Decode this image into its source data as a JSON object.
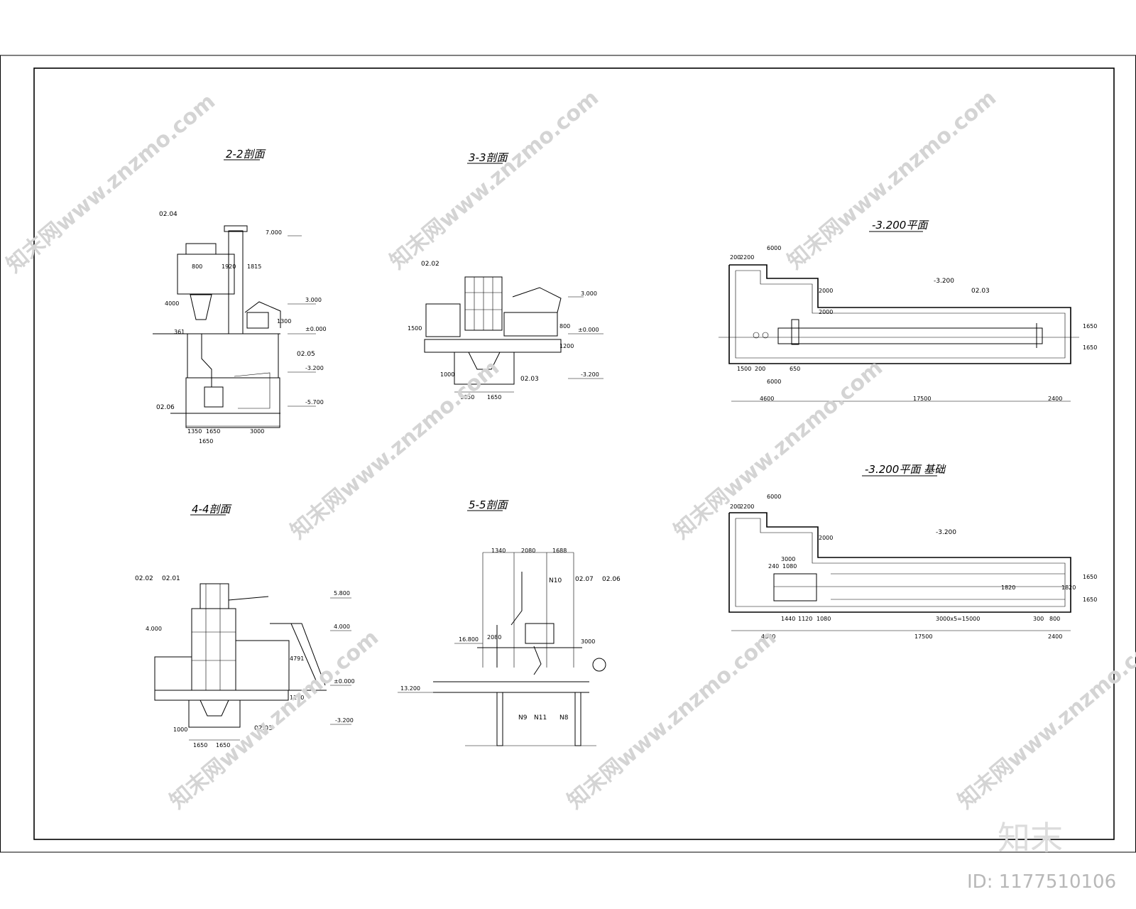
{
  "sections": {
    "s22": {
      "title": "2-2剖面",
      "labels": [
        "02.04",
        "02.05",
        "02.06"
      ],
      "elev": [
        "7.000",
        "3.000",
        "±0.000",
        "-3.200",
        "-5.700"
      ],
      "dims": [
        "800",
        "1920",
        "1815",
        "4000",
        "1300",
        "361",
        "1350",
        "1650",
        "3000",
        "1650"
      ]
    },
    "s33": {
      "title": "3-3剖面",
      "labels": [
        "02.02",
        "02.03"
      ],
      "elev": [
        "3.000",
        "±0.000",
        "-3.200"
      ],
      "dims": [
        "1500",
        "800",
        "1200",
        "1650",
        "1650",
        "1000"
      ]
    },
    "s44": {
      "title": "4-4剖面",
      "labels": [
        "02.02",
        "02.01",
        "02.03"
      ],
      "elev": [
        "5.800",
        "4.000",
        "4.000",
        "±0.000",
        "-3.200"
      ],
      "dims": [
        "4791",
        "1210",
        "1650",
        "1650",
        "1000"
      ]
    },
    "s55": {
      "title": "5-5剖面",
      "labels": [
        "N10",
        "02.07",
        "02.06",
        "N9",
        "N11",
        "N8"
      ],
      "elev": [
        "16.800",
        "13.200"
      ],
      "dims": [
        "1340",
        "2080",
        "1688",
        "2080",
        "3000"
      ]
    }
  },
  "plan1": {
    "title": "-3.200平面",
    "labels": [
      "-3.200",
      "02.03"
    ],
    "dims": [
      "6000",
      "200",
      "2200",
      "2000",
      "2000",
      "1500",
      "200",
      "650",
      "6000",
      "4600",
      "17500",
      "2400",
      "1650",
      "1650"
    ]
  },
  "plan2": {
    "title": "-3.200平面 基础",
    "labels": [
      "-3.200"
    ],
    "dims": [
      "6000",
      "200",
      "2200",
      "2000",
      "3000",
      "240",
      "1080",
      "1440",
      "1120",
      "1080",
      "3000x5=15000",
      "300",
      "800",
      "4600",
      "17500",
      "2400",
      "1650",
      "1650",
      "1820",
      "1820"
    ]
  },
  "watermark": {
    "text": "知末网www.znzmo.com",
    "logo": "知末",
    "id": "ID: 1177510106"
  }
}
